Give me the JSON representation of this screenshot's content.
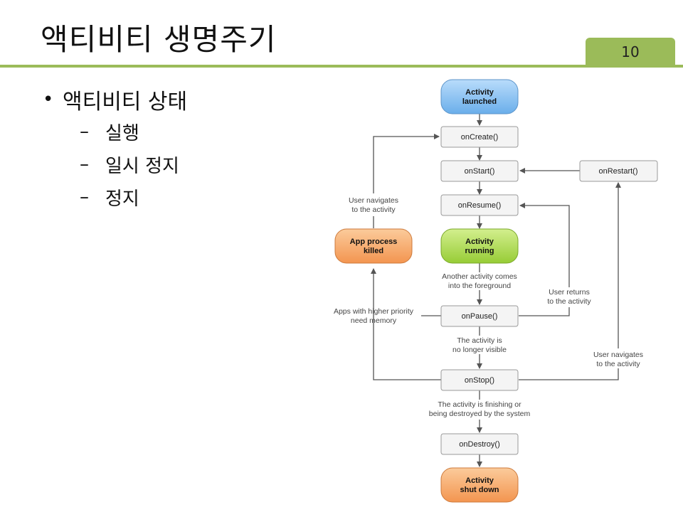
{
  "slide": {
    "title": "액티비티 생명주기",
    "page_number": "10",
    "bullets": {
      "main": "액티비티 상태",
      "sub": [
        "실행",
        "일시 정지",
        "정지"
      ],
      "bullet_glyph": "•",
      "dash_glyph": "–"
    }
  },
  "diagram": {
    "nodes": {
      "activity_launched": [
        "Activity",
        "launched"
      ],
      "on_create": "onCreate()",
      "on_start": "onStart()",
      "on_restart": "onRestart()",
      "on_resume": "onResume()",
      "activity_running": [
        "Activity",
        "running"
      ],
      "app_process_killed": [
        "App process",
        "killed"
      ],
      "on_pause": "onPause()",
      "on_stop": "onStop()",
      "on_destroy": "onDestroy()",
      "activity_shut_down": [
        "Activity",
        "shut down"
      ]
    },
    "notes": {
      "user_navigates_left": [
        "User navigates",
        "to the activity"
      ],
      "another_activity": [
        "Another activity comes",
        "into the foreground"
      ],
      "user_returns": [
        "User returns",
        "to the activity"
      ],
      "apps_higher_priority": [
        "Apps with higher priority",
        "need memory"
      ],
      "no_longer_visible": [
        "The activity is",
        "no longer visible"
      ],
      "user_navigates_right": [
        "User navigates",
        "to the activity"
      ],
      "finishing": [
        "The activity is finishing or",
        "being destroyed by the system"
      ]
    },
    "colors": {
      "blue": "#79b8ee",
      "green": "#a6d84a",
      "orange": "#f5a25d",
      "box_fill": "#f4f4f4",
      "box_stroke": "#9a9a9a",
      "arrow": "#555555"
    }
  }
}
